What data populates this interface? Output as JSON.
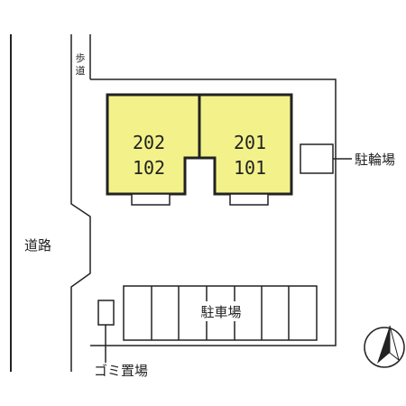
{
  "labels": {
    "sidewalk": "歩道",
    "road": "道路",
    "bicycle_parking": "駐輪場",
    "parking": "駐車場",
    "garbage": "ゴミ置場"
  },
  "units": {
    "left_top": "202",
    "left_bottom": "102",
    "right_top": "201",
    "right_bottom": "101"
  },
  "colors": {
    "building": "#F3F28A",
    "line": "#222222"
  },
  "icons": {
    "compass": "north-arrow-icon"
  }
}
